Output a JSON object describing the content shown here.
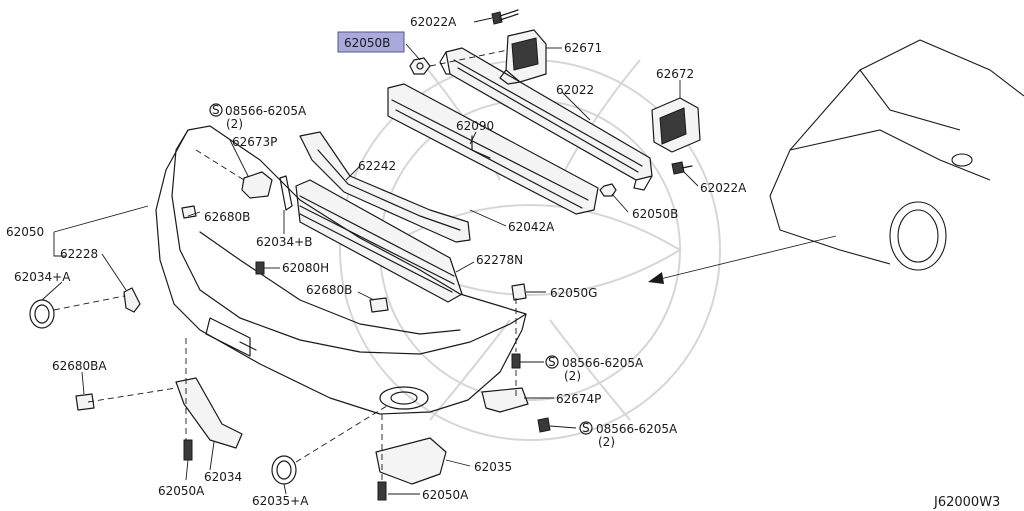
{
  "labels": {
    "l62022A_top": "62022A",
    "l62050B_hl": "62050B",
    "l62671": "62671",
    "l62672": "62672",
    "l62022": "62022",
    "l62090": "62090",
    "l08566_top": "08566-6205A",
    "l08566_top_cnt": "(2)",
    "l62673P": "62673P",
    "l62242": "62242",
    "l62022A_right": "62022A",
    "l62050B_right": "62050B",
    "l62050": "62050",
    "l62680B_left": "62680B",
    "l62034B": "62034+B",
    "l62042A": "62042A",
    "l62228": "62228",
    "l62278N": "62278N",
    "l62034A": "62034+A",
    "l62080H": "62080H",
    "l62680B_mid": "62680B",
    "l62050G": "62050G",
    "l08566_mid": "08566-6205A",
    "l08566_mid_cnt": "(2)",
    "l62680BA": "62680BA",
    "l62674P": "62674P",
    "l08566_low": "08566-6205A",
    "l08566_low_cnt": "(2)",
    "l62035": "62035",
    "l62034": "62034",
    "l62050A_left": "62050A",
    "l62035A": "62035+A",
    "l62050A_bottom": "62050A",
    "diagram_code": "J62000W3",
    "screw_symbol": "S"
  },
  "colors": {
    "highlight": "#a9a9dc",
    "line": "#1a1a1a",
    "watermark": "#d6d6d6"
  }
}
